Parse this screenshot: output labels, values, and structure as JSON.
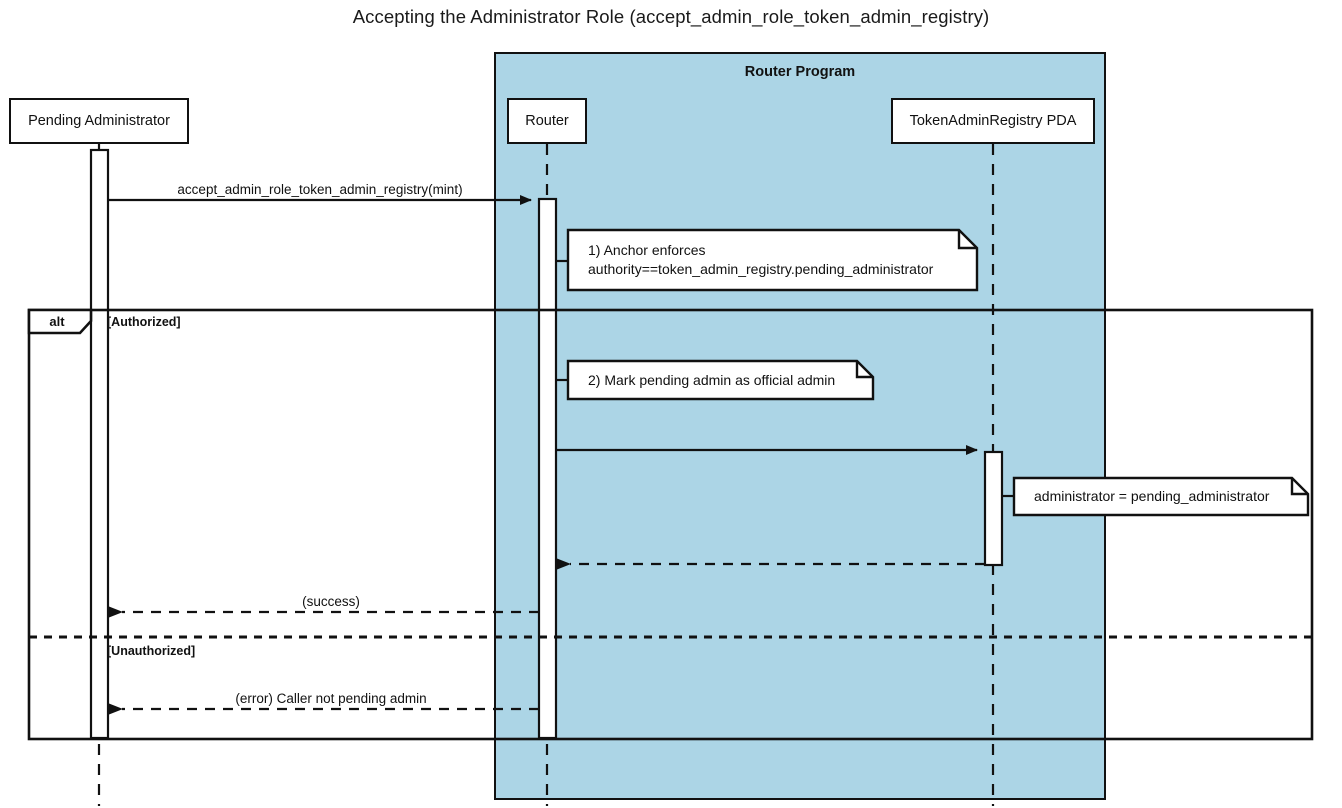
{
  "title": "Accepting the Administrator Role (accept_admin_role_token_admin_registry)",
  "colors": {
    "program_fill": "#ACD5E6",
    "stroke": "#111111",
    "note_fill": "#FFFFFF",
    "background": "#FFFFFF"
  },
  "program_box": {
    "label": "Router Program"
  },
  "participants": [
    {
      "id": "pending-administrator",
      "label": "Pending Administrator"
    },
    {
      "id": "router",
      "label": "Router"
    },
    {
      "id": "token-admin-registry-pda",
      "label": "TokenAdminRegistry PDA"
    }
  ],
  "messages": [
    {
      "id": "accept-call",
      "label": "accept_admin_role_token_admin_registry(mint)",
      "from": "pending-administrator",
      "to": "router",
      "style": "solid"
    },
    {
      "id": "update-registry",
      "label": "",
      "from": "router",
      "to": "token-admin-registry-pda",
      "style": "solid"
    },
    {
      "id": "registry-return",
      "label": "",
      "from": "token-admin-registry-pda",
      "to": "router",
      "style": "dashed"
    },
    {
      "id": "success-return",
      "label": "(success)",
      "from": "router",
      "to": "pending-administrator",
      "style": "dashed"
    },
    {
      "id": "error-return",
      "label": "(error) Caller not pending admin",
      "from": "router",
      "to": "pending-administrator",
      "style": "dashed"
    }
  ],
  "notes": [
    {
      "id": "note-anchor-enforces",
      "text": "1) Anchor enforces\nauthority==token_admin_registry.pending_administrator",
      "attached_to": "router"
    },
    {
      "id": "note-mark-pending-admin",
      "text": "2) Mark pending admin as official admin",
      "attached_to": "router"
    },
    {
      "id": "note-administrator-assignment",
      "text": "administrator = pending_administrator",
      "attached_to": "token-admin-registry-pda"
    }
  ],
  "fragment": {
    "operator": "alt",
    "branches": [
      {
        "id": "branch-authorized",
        "guard": "[Authorized]"
      },
      {
        "id": "branch-unauthorized",
        "guard": "[Unauthorized]"
      }
    ]
  }
}
